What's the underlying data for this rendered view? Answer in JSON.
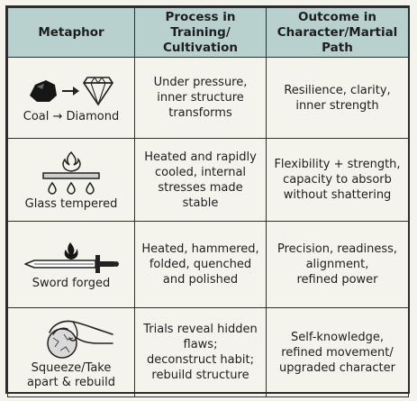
{
  "header": {
    "col_metaphor": "Metaphor",
    "col_process": "Process in\nTraining/ Cultivation",
    "col_outcome": "Outcome in\nCharacter/Martial Path"
  },
  "rows": [
    {
      "metaphor": "Coal → Diamond",
      "icon": "coal-diamond-icon",
      "process": "Under pressure,\ninner structure\ntransforms",
      "outcome": "Resilience, clarity,\ninner strength"
    },
    {
      "metaphor": "Glass tempered",
      "icon": "glass-tempering-icon",
      "process": "Heated and rapidly\ncooled, internal\nstresses made stable",
      "outcome": "Flexibility + strength,\ncapacity to absorb\nwithout shattering"
    },
    {
      "metaphor": "Sword forged",
      "icon": "sword-forging-icon",
      "process": "Heated, hammered,\nfolded, quenched\nand polished",
      "outcome": "Precision, readiness,\nalignment,\nrefined power"
    },
    {
      "metaphor": "Squeeze/Take\napart & rebuild",
      "icon": "hand-squeeze-icon",
      "process": "Trials reveal hidden\nflaws;\ndeconstruct habit;\nrebuild structure",
      "outcome": "Self-knowledge,\nrefined movement/\nupgraded character"
    }
  ],
  "colors": {
    "header_bg": "#b8d1cf",
    "page_bg": "#f4f3ec",
    "ink": "#1e1e1e"
  }
}
